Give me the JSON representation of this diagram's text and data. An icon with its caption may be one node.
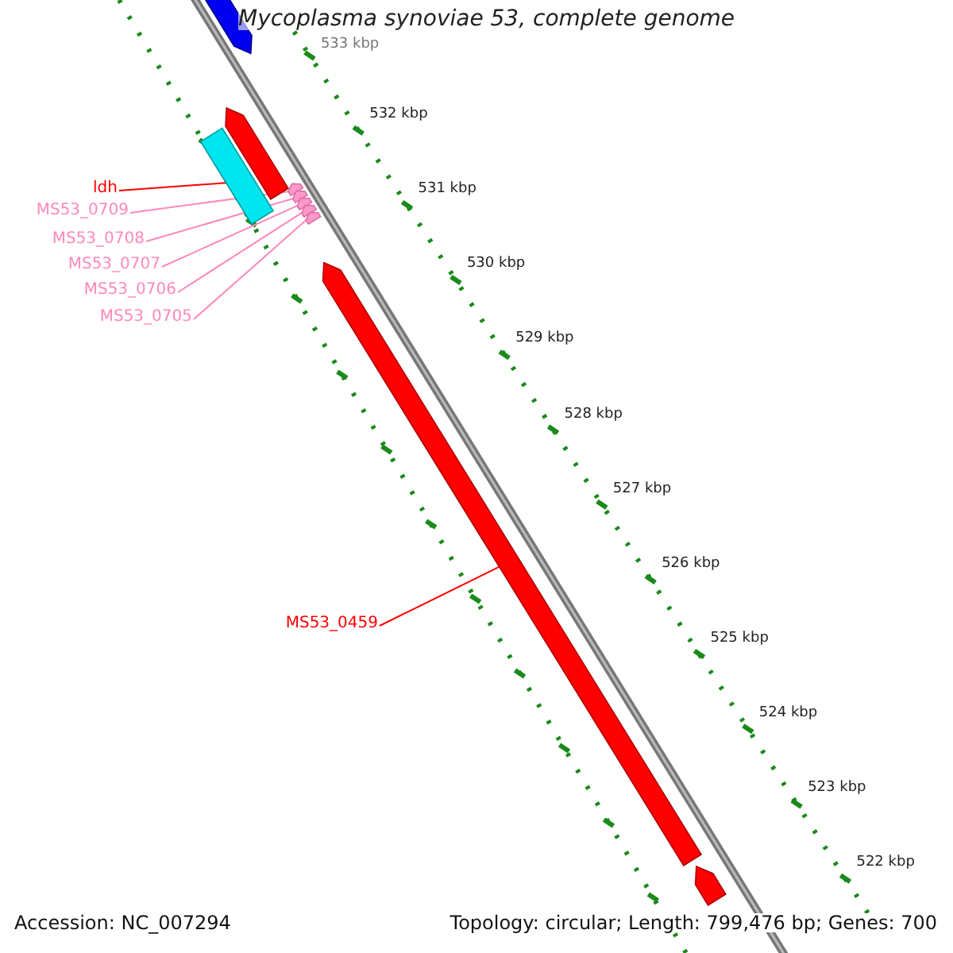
{
  "diagram": {
    "title": "Mycoplasma synoviae 53, complete genome",
    "nodes": [
      {
        "text": [
          "ldh"
        ]
      },
      {
        "text": [
          "MS53_0709"
        ]
      },
      {
        "text": [
          "MS53_0708"
        ]
      },
      {
        "text": [
          "MS53_0707"
        ]
      },
      {
        "text": [
          "MS53_0706"
        ]
      },
      {
        "text": [
          "MS53_0705"
        ]
      },
      {
        "text": [
          "MS53_0459"
        ]
      },
      {
        "text": [],
        "shape": "arrow"
      },
      {
        "text": [],
        "shape": "arrow"
      },
      {
        "text": [],
        "shape": "bar"
      },
      {
        "text": [],
        "shape": "arrow"
      },
      {
        "text": [],
        "shape": "arrow"
      },
      {
        "text": [],
        "shape": "arrow"
      },
      {
        "text": [],
        "shape": "arrow"
      },
      {
        "text": [],
        "shape": "arrow"
      },
      {
        "text": [],
        "shape": "arrow"
      },
      {
        "text": [],
        "shape": "arrow"
      }
    ],
    "edges": [
      {
        "from": 0,
        "to": 9,
        "arrow": "none",
        "color": "#ff0000"
      },
      {
        "from": 1,
        "to": 10,
        "arrow": "none"
      },
      {
        "from": 2,
        "to": 11,
        "arrow": "none"
      },
      {
        "from": 3,
        "to": 12,
        "arrow": "none"
      },
      {
        "from": 4,
        "to": 13,
        "arrow": "none"
      },
      {
        "from": 5,
        "to": 14,
        "arrow": "none"
      },
      {
        "from": 6,
        "to": 15,
        "arrow": "none",
        "color": "#ff0000"
      }
    ],
    "labels": [
      "533 kbp",
      "532 kbp",
      "531 kbp",
      "530 kbp",
      "529 kbp",
      "528 kbp",
      "527 kbp",
      "526 kbp",
      "525 kbp",
      "524 kbp",
      "523 kbp",
      "522 kbp",
      "Accession: NC_007294",
      "Topology: circular; Length: 799,476 bp; Genes: 700"
    ]
  }
}
